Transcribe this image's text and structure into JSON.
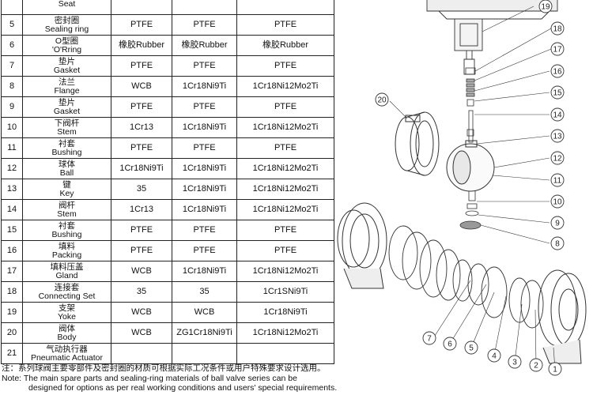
{
  "rows": [
    {
      "no": "",
      "zh": "",
      "en": "Seat",
      "m1": "",
      "m2": "",
      "m3": ""
    },
    {
      "no": "5",
      "zh": "密封圈",
      "en": "Sealing ring",
      "m1": "PTFE",
      "m2": "PTFE",
      "m3": "PTFE"
    },
    {
      "no": "6",
      "zh": "O型圈",
      "en": "'O'Rring",
      "m1": "橡胶Rubber",
      "m2": "橡胶Rubber",
      "m3": "橡胶Rubber"
    },
    {
      "no": "7",
      "zh": "垫片",
      "en": "Gasket",
      "m1": "PTFE",
      "m2": "PTFE",
      "m3": "PTFE"
    },
    {
      "no": "8",
      "zh": "法兰",
      "en": "Flange",
      "m1": "WCB",
      "m2": "1Cr18Ni9Ti",
      "m3": "1Cr18Ni12Mo2Ti"
    },
    {
      "no": "9",
      "zh": "垫片",
      "en": "Gasket",
      "m1": "PTFE",
      "m2": "PTFE",
      "m3": "PTFE"
    },
    {
      "no": "10",
      "zh": "下阀杆",
      "en": "Stem",
      "m1": "1Cr13",
      "m2": "1Cr18Ni9Ti",
      "m3": "1Cr18Ni12Mo2Ti"
    },
    {
      "no": "11",
      "zh": "衬套",
      "en": "Bushing",
      "m1": "PTFE",
      "m2": "PTFE",
      "m3": "PTFE"
    },
    {
      "no": "12",
      "zh": "球体",
      "en": "Ball",
      "m1": "1Cr18Ni9Ti",
      "m2": "1Cr18Ni9Ti",
      "m3": "1Cr18Ni12Mo2Ti"
    },
    {
      "no": "13",
      "zh": "键",
      "en": "Key",
      "m1": "35",
      "m2": "1Cr18Ni9Ti",
      "m3": "1Cr18Ni12Mo2Ti"
    },
    {
      "no": "14",
      "zh": "阀杆",
      "en": "Stem",
      "m1": "1Cr13",
      "m2": "1Cr18Ni9Ti",
      "m3": "1Cr18Ni12Mo2Ti"
    },
    {
      "no": "15",
      "zh": "衬套",
      "en": "Bushing",
      "m1": "PTFE",
      "m2": "PTFE",
      "m3": "PTFE"
    },
    {
      "no": "16",
      "zh": "填料",
      "en": "Packing",
      "m1": "PTFE",
      "m2": "PTFE",
      "m3": "PTFE"
    },
    {
      "no": "17",
      "zh": "填料压盖",
      "en": "Gland",
      "m1": "WCB",
      "m2": "1Cr18Ni9Ti",
      "m3": "1Cr18Ni12Mo2Ti"
    },
    {
      "no": "18",
      "zh": "连接套",
      "en": "Connecting Set",
      "m1": "35",
      "m2": "35",
      "m3": "1Cr1SNi9Ti"
    },
    {
      "no": "19",
      "zh": "支架",
      "en": "Yoke",
      "m1": "WCB",
      "m2": "WCB",
      "m3": "1Cr18Ni9Ti"
    },
    {
      "no": "20",
      "zh": "阀体",
      "en": "Body",
      "m1": "WCB",
      "m2": "ZG1Cr18Ni9Ti",
      "m3": "1Cr18Ni12Mo2Ti"
    },
    {
      "no": "21",
      "zh": "气动执行器",
      "en": "Pneumatic Actuator",
      "m1": "",
      "m2": "",
      "m3": ""
    }
  ],
  "notes": {
    "zh": "注：系列球阀主要零部件及密封圈的材质可根据实际工况条件或用户特殊要求设计选用。",
    "en1": "Note: The main spare parts and sealing-ring materials of ball valve series can be",
    "en2": "designed for options as per real working conditions and users' special requirements."
  },
  "callouts": [
    "1",
    "2",
    "3",
    "4",
    "5",
    "6",
    "7",
    "8",
    "9",
    "10",
    "11",
    "12",
    "13",
    "14",
    "15",
    "16",
    "17",
    "18",
    "19",
    "20"
  ]
}
